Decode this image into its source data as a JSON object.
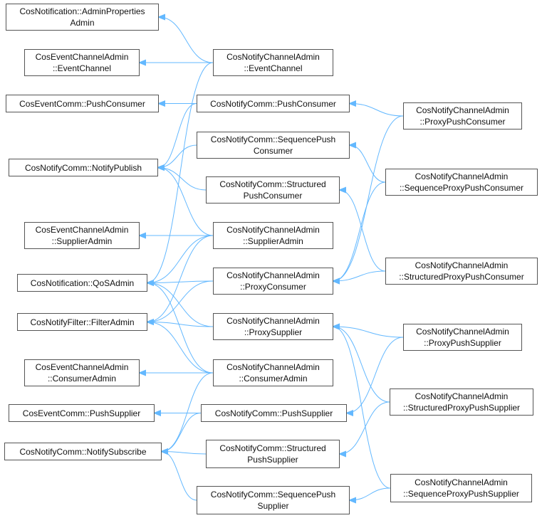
{
  "nodes": {
    "n1": [
      "CosNotification::AdminProperties",
      "Admin"
    ],
    "n2": [
      "CosEventChannelAdmin",
      "::EventChannel"
    ],
    "n3": [
      "CosNotifyChannelAdmin",
      "::EventChannel"
    ],
    "n4": [
      "CosEventComm::PushConsumer"
    ],
    "n5": [
      "CosNotifyComm::PushConsumer"
    ],
    "n6": [
      "CosNotifyChannelAdmin",
      "::ProxyPushConsumer"
    ],
    "n7": [
      "CosNotifyComm::SequencePush",
      "Consumer"
    ],
    "n8": [
      "CosNotifyComm::NotifyPublish"
    ],
    "n9": [
      "CosNotifyComm::Structured",
      "PushConsumer"
    ],
    "n10": [
      "CosNotifyChannelAdmin",
      "::SequenceProxyPushConsumer"
    ],
    "n11": [
      "CosEventChannelAdmin",
      "::SupplierAdmin"
    ],
    "n12": [
      "CosNotifyChannelAdmin",
      "::SupplierAdmin"
    ],
    "n13": [
      "CosNotification::QoSAdmin"
    ],
    "n14": [
      "CosNotifyChannelAdmin",
      "::ProxyConsumer"
    ],
    "n15": [
      "CosNotifyChannelAdmin",
      "::StructuredProxyPushConsumer"
    ],
    "n16": [
      "CosNotifyFilter::FilterAdmin"
    ],
    "n17": [
      "CosNotifyChannelAdmin",
      "::ProxySupplier"
    ],
    "n18": [
      "CosNotifyChannelAdmin",
      "::ProxyPushSupplier"
    ],
    "n19": [
      "CosEventChannelAdmin",
      "::ConsumerAdmin"
    ],
    "n20": [
      "CosNotifyChannelAdmin",
      "::ConsumerAdmin"
    ],
    "n21": [
      "CosEventComm::PushSupplier"
    ],
    "n22": [
      "CosNotifyComm::PushSupplier"
    ],
    "n23": [
      "CosNotifyChannelAdmin",
      "::StructuredProxyPushSupplier"
    ],
    "n24": [
      "CosNotifyComm::NotifySubscribe"
    ],
    "n25": [
      "CosNotifyComm::Structured",
      "PushSupplier"
    ],
    "n26": [
      "CosNotifyComm::SequencePush",
      "Supplier"
    ],
    "n27": [
      "CosNotifyChannelAdmin",
      "::SequenceProxyPushSupplier"
    ]
  },
  "edges": [
    [
      "n3",
      "n1"
    ],
    [
      "n3",
      "n2"
    ],
    [
      "n3",
      "n13"
    ],
    [
      "n5",
      "n4"
    ],
    [
      "n5",
      "n8"
    ],
    [
      "n6",
      "n5"
    ],
    [
      "n6",
      "n14"
    ],
    [
      "n7",
      "n8"
    ],
    [
      "n9",
      "n8"
    ],
    [
      "n10",
      "n7"
    ],
    [
      "n10",
      "n14"
    ],
    [
      "n12",
      "n8"
    ],
    [
      "n12",
      "n11"
    ],
    [
      "n12",
      "n13"
    ],
    [
      "n12",
      "n16"
    ],
    [
      "n14",
      "n13"
    ],
    [
      "n14",
      "n16"
    ],
    [
      "n15",
      "n9"
    ],
    [
      "n15",
      "n14"
    ],
    [
      "n17",
      "n13"
    ],
    [
      "n17",
      "n16"
    ],
    [
      "n18",
      "n17"
    ],
    [
      "n18",
      "n22"
    ],
    [
      "n20",
      "n19"
    ],
    [
      "n20",
      "n13"
    ],
    [
      "n20",
      "n16"
    ],
    [
      "n20",
      "n24"
    ],
    [
      "n22",
      "n21"
    ],
    [
      "n22",
      "n24"
    ],
    [
      "n23",
      "n17"
    ],
    [
      "n23",
      "n25"
    ],
    [
      "n25",
      "n24"
    ],
    [
      "n26",
      "n24"
    ],
    [
      "n27",
      "n17"
    ],
    [
      "n27",
      "n26"
    ]
  ],
  "colors": {
    "edge": "#63b8ff",
    "border": "#555555"
  }
}
